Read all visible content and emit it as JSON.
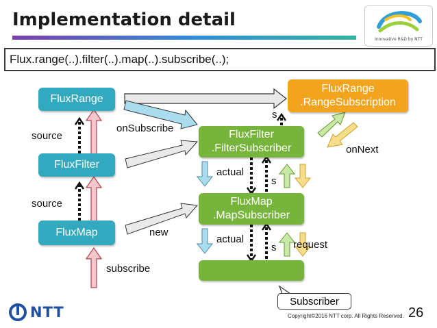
{
  "title": "Implementation detail",
  "logo": {
    "caption": "Innovative R&D by NTT"
  },
  "code": "Flux.range(..).filter(..).map(..).subscribe(..);",
  "nodes": {
    "flux_range": "FluxRange",
    "flux_filter": "FluxFilter",
    "flux_map": "FluxMap",
    "range_subscription": [
      "FluxRange",
      ".RangeSubscription"
    ],
    "filter_subscriber": [
      "FluxFilter",
      ".FilterSubscriber"
    ],
    "map_subscriber": [
      "FluxMap",
      ".MapSubscriber"
    ]
  },
  "labels": {
    "source_upper": "source",
    "source_lower": "source",
    "subscribe": "subscribe",
    "on_subscribe": "onSubscribe",
    "new": "new",
    "on_next": "onNext",
    "request": "request",
    "actual_upper": "actual",
    "actual_lower": "actual",
    "s_top": "s",
    "s_mid": "s",
    "s_bottom": "s"
  },
  "callout": "Subscriber",
  "footer": {
    "brand": "NTT",
    "copyright": "Copyright©2016  NTT corp. All Rights Reserved.",
    "page": "26"
  },
  "colors": {
    "teal_box": "#33a9bf",
    "green_box": "#77b43b",
    "orange_box": "#f2a41f",
    "red_arrow": "#f3c6cc",
    "blue_arrow": "#a9dcec",
    "green_arrow": "#c9e7a6",
    "yellow_arrow": "#f7dc8a"
  }
}
